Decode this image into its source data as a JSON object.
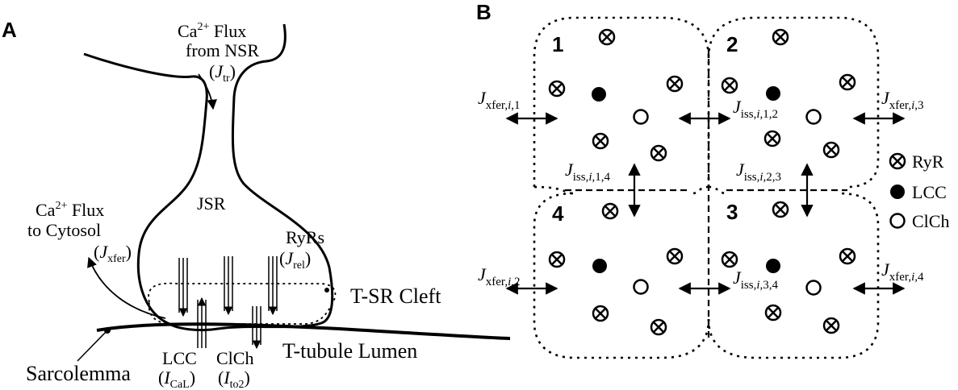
{
  "panel_a": {
    "label": "A",
    "flux_from_nsr": {
      "line1_pre": "Ca",
      "line1_sup": "2+",
      "line1_post": " Flux",
      "line2": "from NSR",
      "symbol": "J",
      "sub": "tr"
    },
    "jsr_label": "JSR",
    "flux_to_cytosol": {
      "line1_pre": "Ca",
      "line1_sup": "2+",
      "line1_post": " Flux",
      "line2": "to Cytosol",
      "symbol": "J",
      "sub": "xfer"
    },
    "ryrs": {
      "label": "RyRs",
      "symbol": "J",
      "sub": "rel"
    },
    "tsr_cleft": "T-SR Cleft",
    "t_tubule_lumen": "T-tubule Lumen",
    "sarcolemma": "Sarcolemma",
    "lcc": {
      "label": "LCC",
      "symbol": "I",
      "sub": "CaL"
    },
    "clch": {
      "label": "ClCh",
      "symbol": "I",
      "sub": "to2"
    }
  },
  "panel_b": {
    "label": "B",
    "units": [
      "1",
      "2",
      "3",
      "4"
    ],
    "fluxes": {
      "xfer_1": {
        "symbol": "J",
        "sub": "xfer,",
        "sub_i": "i",
        "sub_end": ",1"
      },
      "xfer_2": {
        "symbol": "J",
        "sub": "xfer,",
        "sub_i": "i",
        "sub_end": ",2"
      },
      "xfer_3": {
        "symbol": "J",
        "sub": "xfer,",
        "sub_i": "i",
        "sub_end": ",3"
      },
      "xfer_4": {
        "symbol": "J",
        "sub": "xfer,",
        "sub_i": "i",
        "sub_end": ",4"
      },
      "iss_12": {
        "symbol": "J",
        "sub": "iss,",
        "sub_i": "i",
        "sub_end": ",1,2"
      },
      "iss_14": {
        "symbol": "J",
        "sub": "iss,",
        "sub_i": "i",
        "sub_end": ",1,4"
      },
      "iss_23": {
        "symbol": "J",
        "sub": "iss,",
        "sub_i": "i",
        "sub_end": ",2,3"
      },
      "iss_34": {
        "symbol": "J",
        "sub": "iss,",
        "sub_i": "i",
        "sub_end": ",3,4"
      }
    },
    "legend": [
      {
        "label": "RyR",
        "icon": "ryr-icon"
      },
      {
        "label": "LCC",
        "icon": "lcc-icon"
      },
      {
        "label": "ClCh",
        "icon": "clch-icon"
      }
    ]
  }
}
